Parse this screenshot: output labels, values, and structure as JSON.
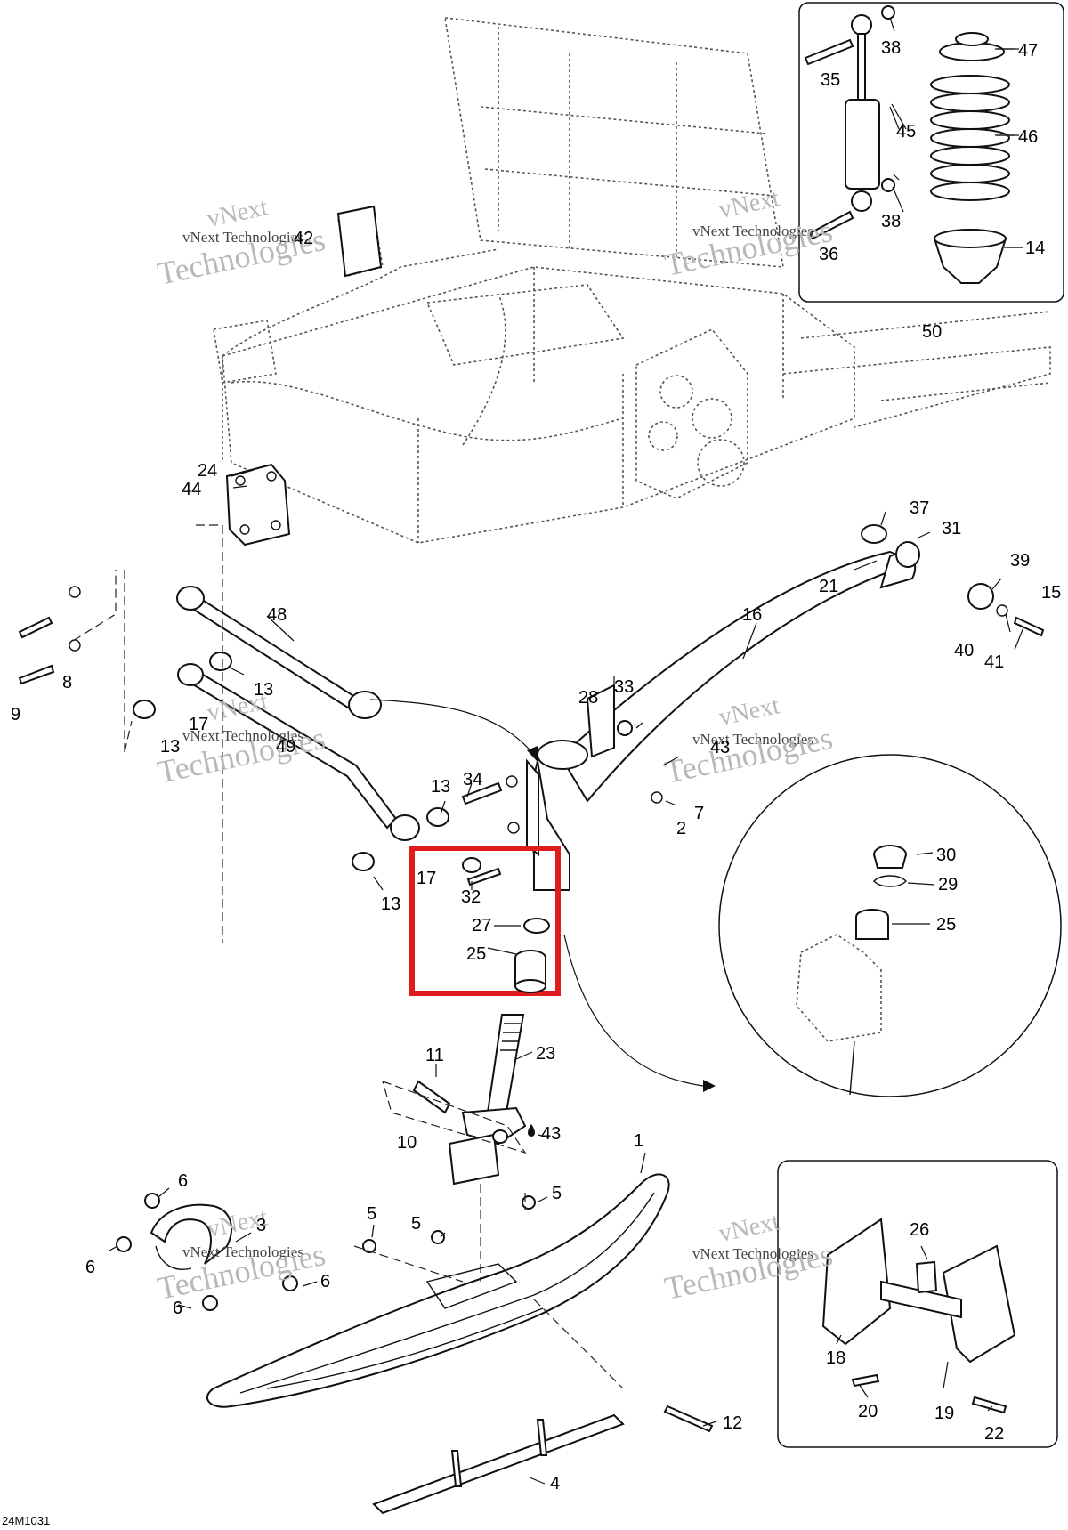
{
  "callouts": [
    {
      "id": "c47",
      "text": "47"
    },
    {
      "id": "c38a",
      "text": "38"
    },
    {
      "id": "c35",
      "text": "35"
    },
    {
      "id": "c45",
      "text": "45"
    },
    {
      "id": "c46",
      "text": "46"
    },
    {
      "id": "c38b",
      "text": "38"
    },
    {
      "id": "c36",
      "text": "36"
    },
    {
      "id": "c14",
      "text": "14"
    },
    {
      "id": "c50",
      "text": "50"
    },
    {
      "id": "c42",
      "text": "42"
    },
    {
      "id": "c24",
      "text": "24"
    },
    {
      "id": "c44",
      "text": "44"
    },
    {
      "id": "c37",
      "text": "37"
    },
    {
      "id": "c31",
      "text": "31"
    },
    {
      "id": "c39",
      "text": "39"
    },
    {
      "id": "c21",
      "text": "21"
    },
    {
      "id": "c15",
      "text": "15"
    },
    {
      "id": "c40",
      "text": "40"
    },
    {
      "id": "c41",
      "text": "41"
    },
    {
      "id": "c16",
      "text": "16"
    },
    {
      "id": "c48",
      "text": "48"
    },
    {
      "id": "c9",
      "text": "9"
    },
    {
      "id": "c8",
      "text": "8"
    },
    {
      "id": "c13a",
      "text": "13"
    },
    {
      "id": "c17a",
      "text": "17"
    },
    {
      "id": "c13b",
      "text": "13"
    },
    {
      "id": "c49",
      "text": "49"
    },
    {
      "id": "c28",
      "text": "28"
    },
    {
      "id": "c33",
      "text": "33"
    },
    {
      "id": "c43a",
      "text": "43"
    },
    {
      "id": "c7",
      "text": "7"
    },
    {
      "id": "c2",
      "text": "2"
    },
    {
      "id": "c13c",
      "text": "13"
    },
    {
      "id": "c34",
      "text": "34"
    },
    {
      "id": "c17b",
      "text": "17"
    },
    {
      "id": "c13d",
      "text": "13"
    },
    {
      "id": "c32",
      "text": "32"
    },
    {
      "id": "c27",
      "text": "27"
    },
    {
      "id": "c25a",
      "text": "25"
    },
    {
      "id": "c30",
      "text": "30"
    },
    {
      "id": "c29",
      "text": "29"
    },
    {
      "id": "c25b",
      "text": "25"
    },
    {
      "id": "c11",
      "text": "11"
    },
    {
      "id": "c23",
      "text": "23"
    },
    {
      "id": "c43b",
      "text": "43"
    },
    {
      "id": "c10",
      "text": "10"
    },
    {
      "id": "c1",
      "text": "1"
    },
    {
      "id": "c6a",
      "text": "6"
    },
    {
      "id": "c3",
      "text": "3"
    },
    {
      "id": "c5a",
      "text": "5"
    },
    {
      "id": "c5b",
      "text": "5"
    },
    {
      "id": "c5c",
      "text": "5"
    },
    {
      "id": "c6b",
      "text": "6"
    },
    {
      "id": "c6c",
      "text": "6"
    },
    {
      "id": "c6d",
      "text": "6"
    },
    {
      "id": "c26",
      "text": "26"
    },
    {
      "id": "c18",
      "text": "18"
    },
    {
      "id": "c20",
      "text": "20"
    },
    {
      "id": "c19",
      "text": "19"
    },
    {
      "id": "c22",
      "text": "22"
    },
    {
      "id": "c12",
      "text": "12"
    },
    {
      "id": "c4",
      "text": "4"
    }
  ],
  "watermark": {
    "line1": "vNext",
    "line2": "vNext Technologies",
    "line3": "Technologies"
  },
  "drawing_code": "24M1031",
  "colors": {
    "highlight": "#e01b1b",
    "lines": "#111111",
    "watermark": "#b8b8b8"
  }
}
